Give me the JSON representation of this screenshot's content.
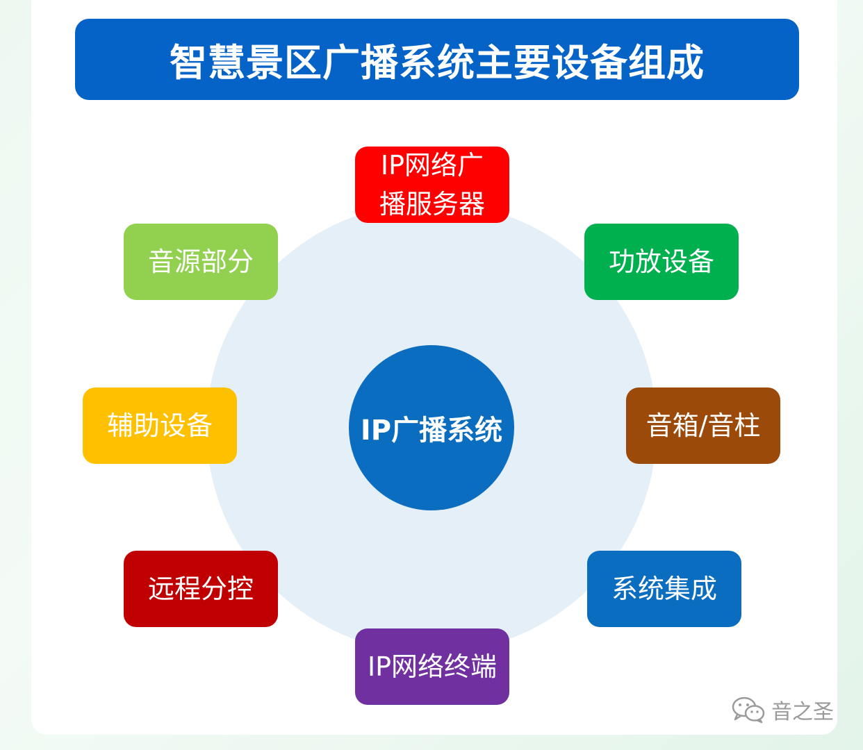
{
  "title": "智慧景区广播系统主要设备组成",
  "center": {
    "label": "IP广播系统",
    "color": "#0a6dbf"
  },
  "nodes": [
    {
      "key": "top",
      "label": "IP网络广\n播服务器",
      "color": "#ff0000"
    },
    {
      "key": "tr",
      "label": "功放设备",
      "color": "#00b04f"
    },
    {
      "key": "r",
      "label": "音箱/音柱",
      "color": "#9b4a0a"
    },
    {
      "key": "br",
      "label": "系统集成",
      "color": "#0a6dbf"
    },
    {
      "key": "bottom",
      "label": "IP网络终端",
      "color": "#7030a0"
    },
    {
      "key": "bl",
      "label": "远程分控",
      "color": "#c00000"
    },
    {
      "key": "l",
      "label": "辅助设备",
      "color": "#ffc000"
    },
    {
      "key": "tl",
      "label": "音源部分",
      "color": "#92d050"
    }
  ],
  "watermark": {
    "text": "音之圣",
    "icon": "wechat-icon"
  }
}
